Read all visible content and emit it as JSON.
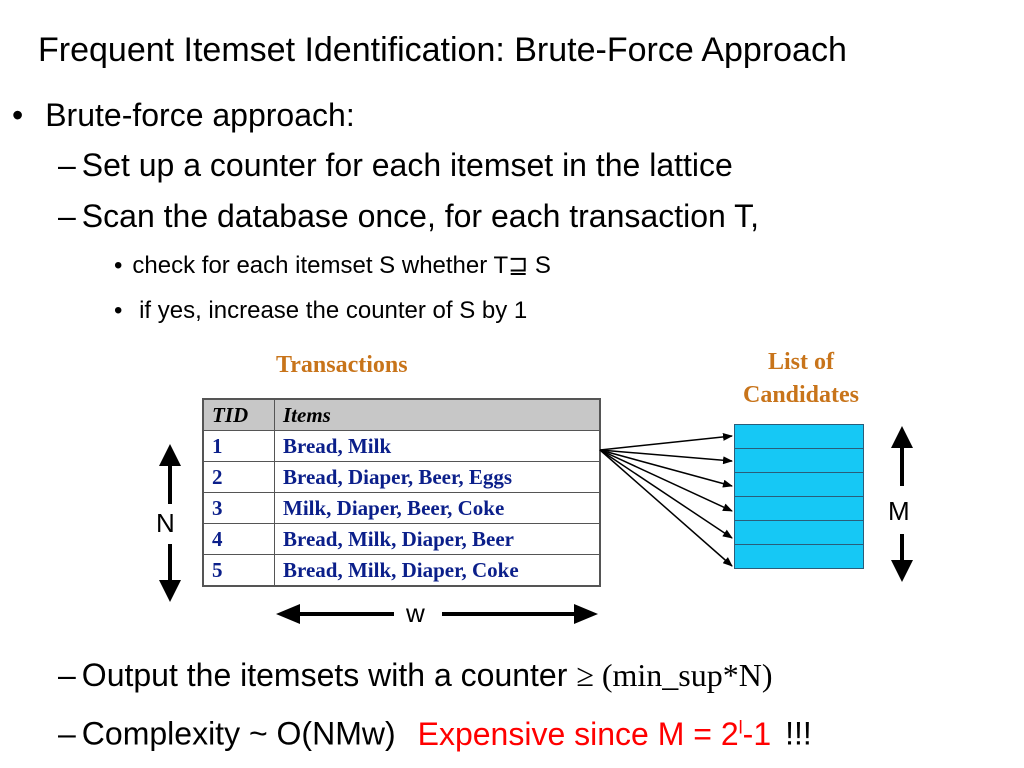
{
  "title": "Frequent Itemset Identification: Brute-Force Approach",
  "bullets": {
    "b1": "Brute-force approach:",
    "b1_1": "Set up a counter for each itemset in the lattice",
    "b1_2": "Scan the database once, for each transaction T,",
    "b1_2_1_pre": "check for each itemset S whether T",
    "b1_2_1_symbol": "⊒",
    "b1_2_1_post": " S",
    "b1_2_2": " if yes, increase the counter of S by 1",
    "b1_3_pre": "Output the itemsets with a counter ",
    "b1_3_symbol": "≥ (min_sup*N)",
    "b1_4_pre": "Complexity ~ O(NMw)",
    "b1_4_red_pre": "Expensive since M = 2",
    "b1_4_red_sup": "l",
    "b1_4_red_post": "-1",
    "b1_4_post": "!!!"
  },
  "markers": {
    "bullet": "•",
    "dash": "–"
  },
  "diagram": {
    "transactions_label": "Transactions",
    "candidates_label_line1": "List of",
    "candidates_label_line2": "Candidates",
    "n_label": "N",
    "m_label": "M",
    "w_label": "w",
    "candidate_count": 6,
    "table": {
      "headers": [
        "TID",
        "Items"
      ],
      "rows": [
        [
          "1",
          "Bread, Milk"
        ],
        [
          "2",
          "Bread, Diaper, Beer, Eggs"
        ],
        [
          "3",
          "Milk, Diaper, Beer, Coke"
        ],
        [
          "4",
          "Bread, Milk, Diaper, Beer"
        ],
        [
          "5",
          "Bread, Milk, Diaper, Coke"
        ]
      ]
    }
  },
  "colors": {
    "label_orange": "#c8741a",
    "table_text_navy": "#0b1f8a",
    "header_gray": "#c7c7c7",
    "candidate_cyan": "#16c8f5",
    "highlight_red": "#ff0000"
  }
}
